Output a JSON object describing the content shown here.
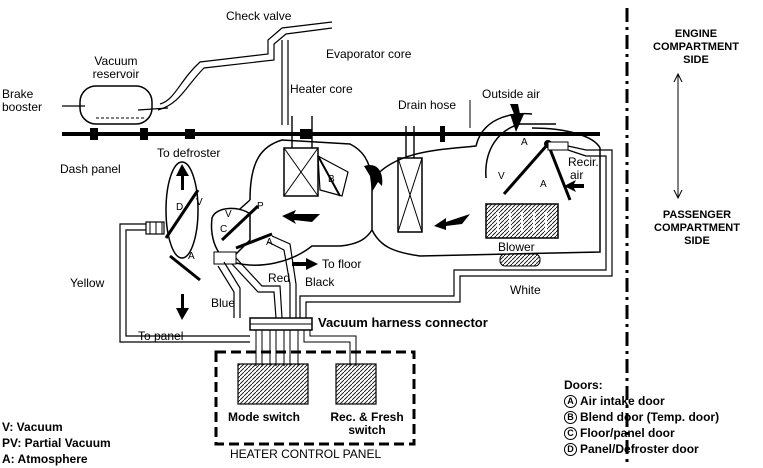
{
  "labels": {
    "check_valve": "Check valve",
    "evaporator_core": "Evaporator core",
    "vacuum_reservoir_1": "Vacuum",
    "vacuum_reservoir_2": "reservoir",
    "heater_core": "Heater core",
    "drain_hose": "Drain hose",
    "outside_air": "Outside air",
    "brake_booster_1": "Brake",
    "brake_booster_2": "booster",
    "dash_panel": "Dash panel",
    "to_defroster": "To defroster",
    "recir_air_1": "Recir.",
    "recir_air_2": "air",
    "engine_side_1": "ENGINE",
    "engine_side_2": "COMPARTMENT",
    "engine_side_3": "SIDE",
    "passenger_side_1": "PASSENGER",
    "passenger_side_2": "COMPARTMENT",
    "passenger_side_3": "SIDE",
    "blower": "Blower",
    "yellow": "Yellow",
    "red": "Red",
    "to_floor": "To floor",
    "black": "Black",
    "white": "White",
    "blue": "Blue",
    "to_panel": "To panel",
    "vacuum_harness_connector": "Vacuum harness connector",
    "mode_switch": "Mode switch",
    "rec_fresh_switch_1": "Rec. & Fresh",
    "rec_fresh_switch_2": "switch",
    "heater_control_panel": "HEATER CONTROL PANEL"
  },
  "door_markers": {
    "a": "A",
    "b": "B",
    "c": "C",
    "d": "D",
    "v": "V",
    "p": "P"
  },
  "key": {
    "v": "V: Vacuum",
    "pv": "PV: Partial Vacuum",
    "a": "A: Atmosphere"
  },
  "doors": {
    "title": "Doors:",
    "items": [
      {
        "letter": "A",
        "label": "Air intake door"
      },
      {
        "letter": "B",
        "label": "Blend door (Temp. door)"
      },
      {
        "letter": "C",
        "label": "Floor/panel door"
      },
      {
        "letter": "D",
        "label": "Panel/Defroster door"
      }
    ]
  }
}
